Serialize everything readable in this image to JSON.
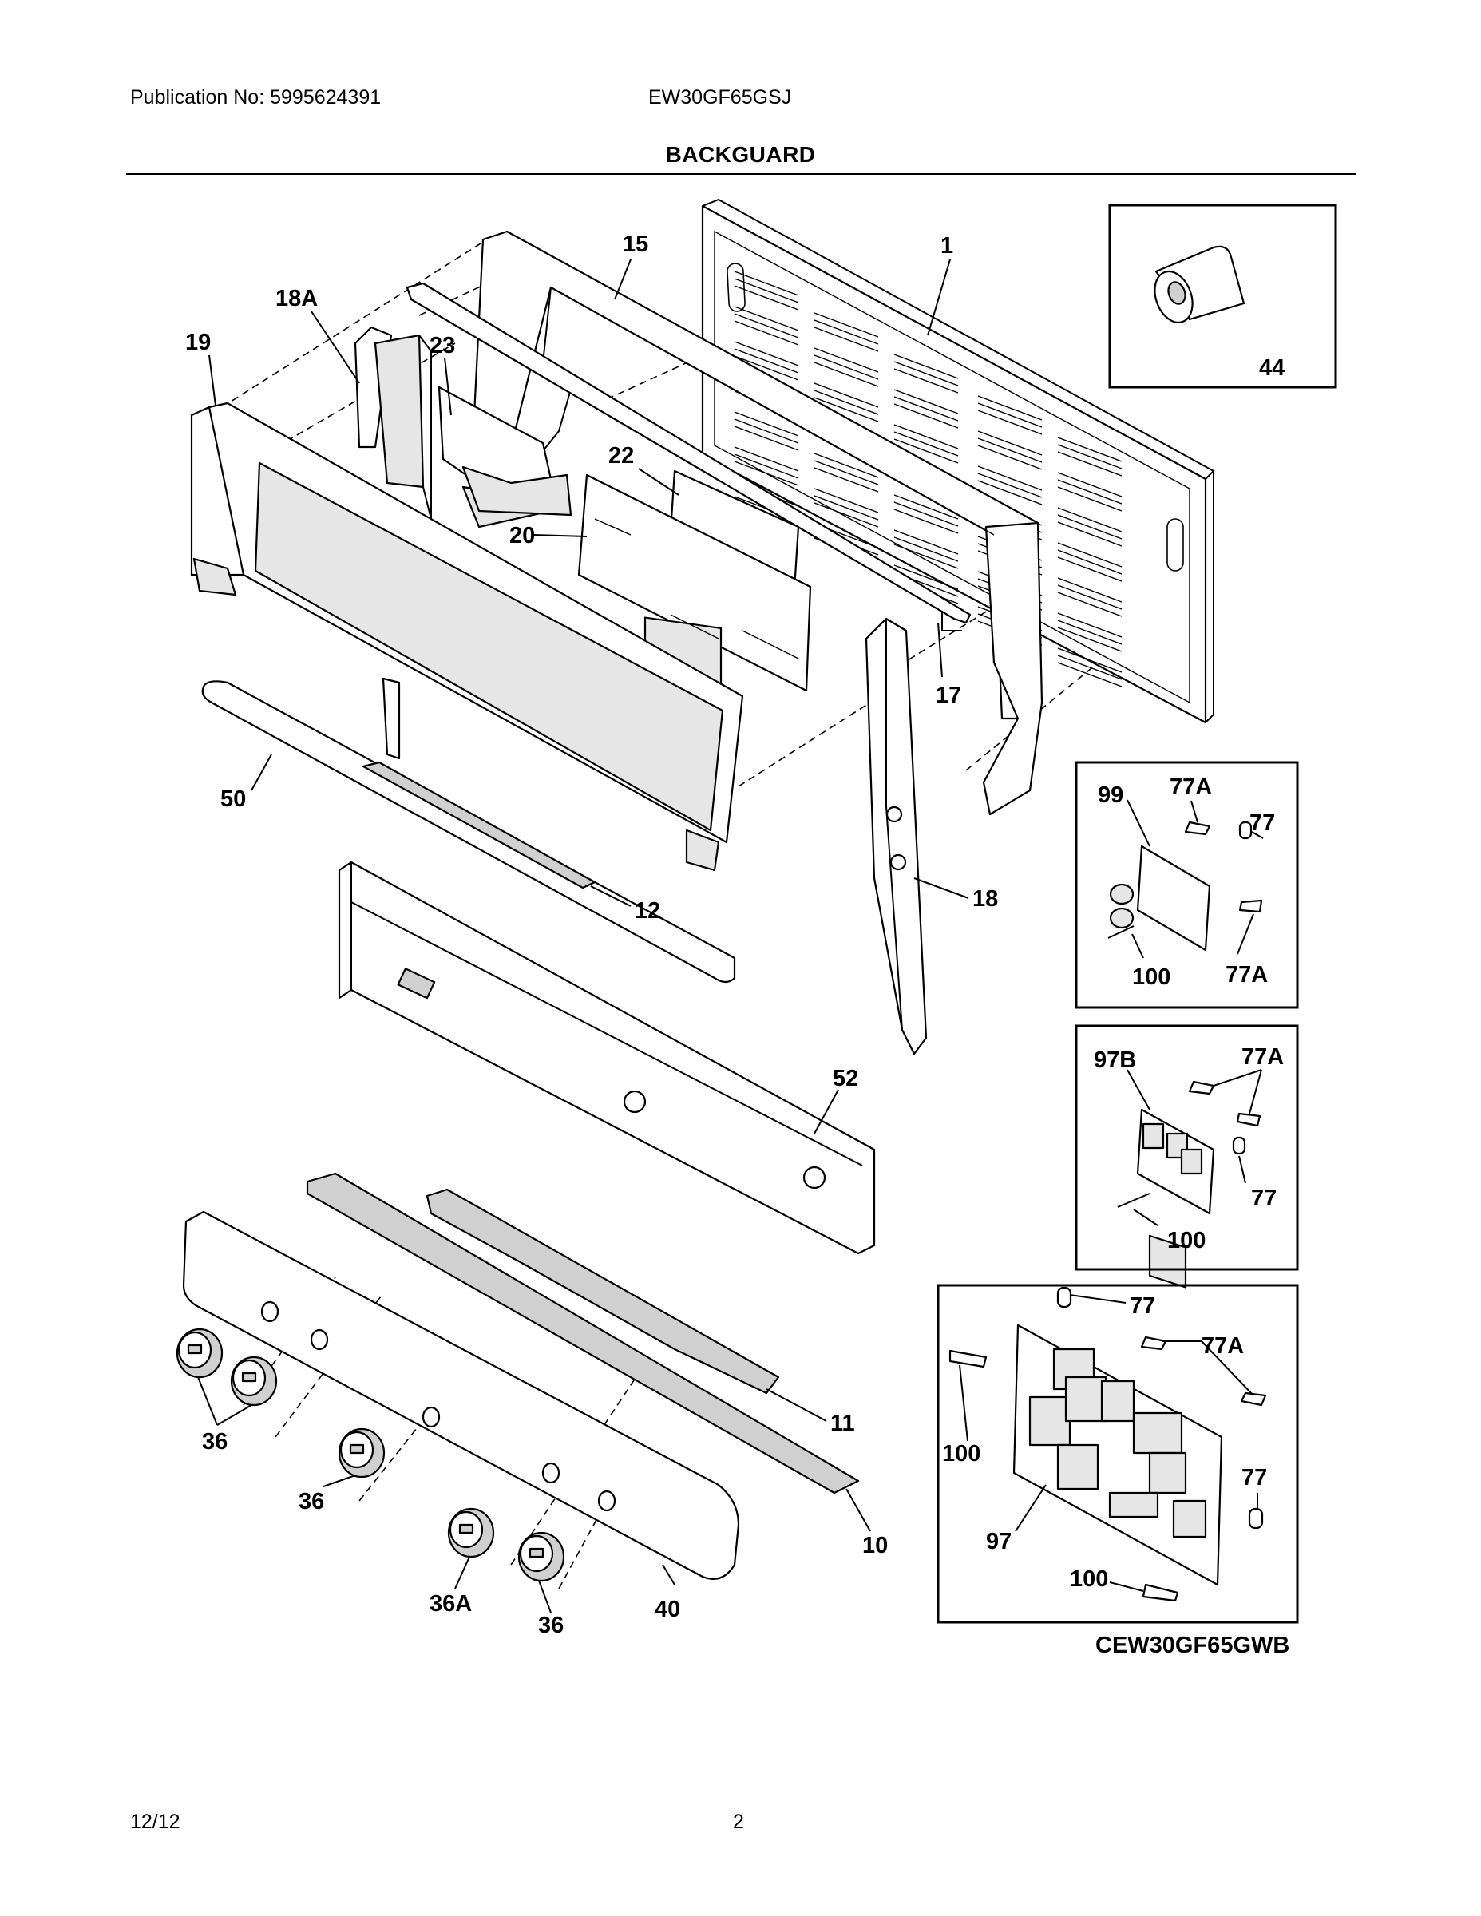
{
  "header": {
    "publication": "Publication No: 5995624391",
    "model": "EW30GF65GSJ",
    "section_title": "BACKGUARD"
  },
  "footer": {
    "date": "12/12",
    "page": "2"
  },
  "caption": "CEW30GF65GWB",
  "callouts": {
    "c1": "1",
    "c15": "15",
    "c18A": "18A",
    "c19": "19",
    "c23": "23",
    "c22": "22",
    "c20": "20",
    "c17": "17",
    "c50": "50",
    "c12": "12",
    "c18": "18",
    "c52": "52",
    "c11": "11",
    "c10": "10",
    "c40": "40",
    "c36a": "36",
    "c36b": "36",
    "c36c": "36",
    "c36A": "36A",
    "c44": "44"
  },
  "inset_board_99": {
    "b99": "99",
    "b77A_top": "77A",
    "b77": "77",
    "b100": "100",
    "b77A_bot": "77A"
  },
  "inset_board_97B": {
    "b97B": "97B",
    "b77A": "77A",
    "b77": "77",
    "b100": "100"
  },
  "inset_board_97": {
    "b77_top": "77",
    "b77A": "77A",
    "b100_left": "100",
    "b77_right": "77",
    "b97": "97",
    "b100_bot": "100"
  }
}
